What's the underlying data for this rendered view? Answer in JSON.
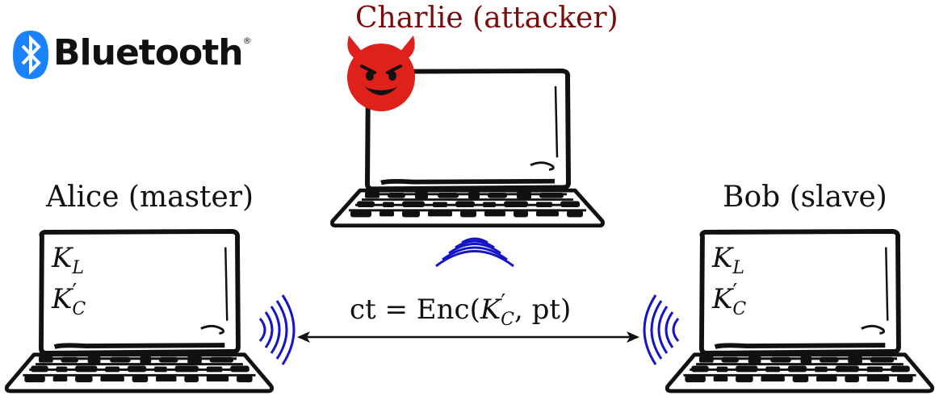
{
  "branding": {
    "logo_text": "Bluetooth",
    "logo_mark": "®",
    "logo_color": "#1a82fb"
  },
  "nodes": {
    "attacker": {
      "label": "Charlie (attacker)",
      "label_color": "#7a0c0c"
    },
    "master": {
      "label": "Alice (master)",
      "keys": [
        {
          "base": "K",
          "prime": "",
          "sub": "L"
        },
        {
          "base": "K",
          "prime": "′",
          "sub": "C"
        }
      ]
    },
    "slave": {
      "label": "Bob (slave)",
      "keys": [
        {
          "base": "K",
          "prime": "",
          "sub": "L"
        },
        {
          "base": "K",
          "prime": "′",
          "sub": "C"
        }
      ]
    }
  },
  "link": {
    "prefix": "ct = Enc(",
    "key_base": "K",
    "key_prime": "′",
    "key_sub": "C",
    "suffix": ", pt)"
  },
  "colors": {
    "wave": "#1515c8",
    "devil": "#e0211b",
    "ink": "#111111"
  },
  "icons": [
    "bluetooth-rune-icon",
    "devil-face-icon",
    "laptop-icon",
    "wireless-wave-icon",
    "double-arrow-icon"
  ]
}
